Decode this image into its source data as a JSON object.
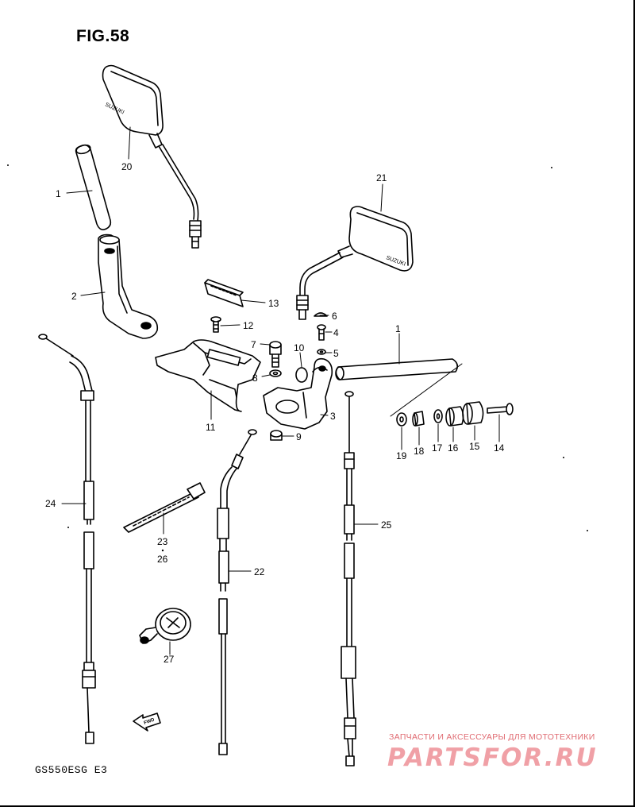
{
  "figure": {
    "title": "FIG.58",
    "model_code": "GS550ESG  E3",
    "mirror_brand": "SUZUKI",
    "fwd_label": "FWD"
  },
  "callouts": {
    "p1a": "1",
    "p1b": "1",
    "p2": "2",
    "p3": "3",
    "p4": "4",
    "p5": "5",
    "p6": "6",
    "p7": "7",
    "p8": "8",
    "p9": "9",
    "p10": "10",
    "p11": "11",
    "p12": "12",
    "p13": "13",
    "p14": "14",
    "p15": "15",
    "p16": "16",
    "p17": "17",
    "p18": "18",
    "p19": "19",
    "p20": "20",
    "p21": "21",
    "p22": "22",
    "p23": "23",
    "p26": "26",
    "p24": "24",
    "p25": "25",
    "p27": "27"
  },
  "watermark": {
    "subtitle": "ЗАПЧАСТИ И АКСЕССУАРЫ ДЛЯ МОТОТЕХНИКИ",
    "logo": "PARTSFOR.RU"
  }
}
